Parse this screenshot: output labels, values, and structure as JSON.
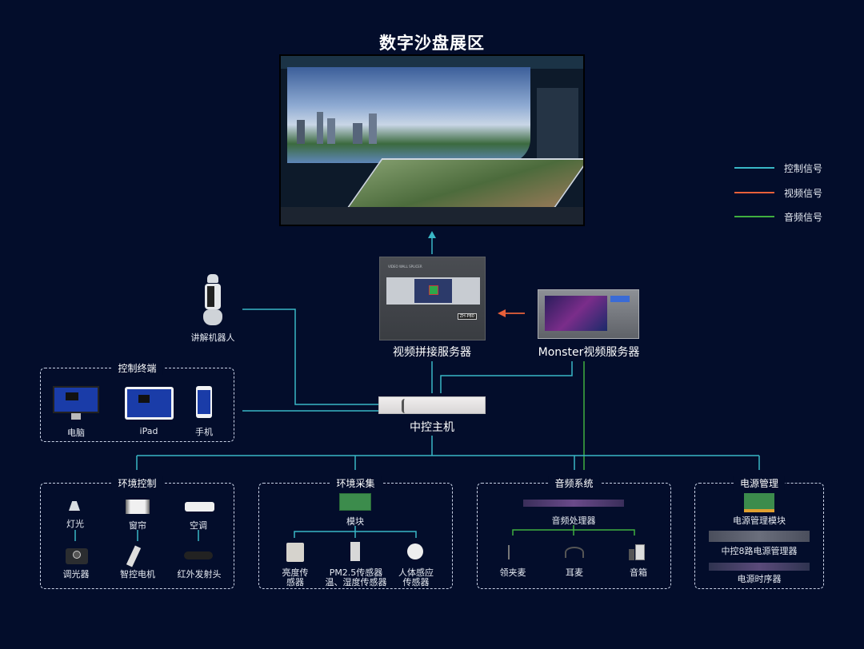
{
  "title": "数字沙盘展区",
  "legend": [
    {
      "label": "控制信号",
      "color": "#39b7c6"
    },
    {
      "label": "视频信号",
      "color": "#e8603a"
    },
    {
      "label": "音频信号",
      "color": "#3fae3f"
    }
  ],
  "devices": {
    "video_wall_server": "视频拼接服务器",
    "video_wall_badge": "ZH-P80",
    "video_wall_caption": "VIDEO WALL SPLICER",
    "monster_server": "Monster视频服务器",
    "robot": "讲解机器人",
    "central_host": "中控主机"
  },
  "control_terminal": {
    "title": "控制终端",
    "items": [
      "电脑",
      "iPad",
      "手机"
    ]
  },
  "env_control": {
    "title": "环境控制",
    "top": [
      "灯光",
      "窗帘",
      "空调"
    ],
    "bottom": [
      "调光器",
      "智控电机",
      "红外发射头"
    ]
  },
  "env_collect": {
    "title": "环境采集",
    "module": "模块",
    "sensors": [
      {
        "line1": "亮度传",
        "line2": "感器"
      },
      {
        "line1": "PM2.5传感器",
        "line2": "温、湿度传感器"
      },
      {
        "line1": "人体感应",
        "line2": "传感器"
      }
    ]
  },
  "audio": {
    "title": "音频系统",
    "processor": "音频处理器",
    "items": [
      "领夹麦",
      "耳麦",
      "音箱"
    ]
  },
  "power": {
    "title": "电源管理",
    "items": [
      "电源管理模块",
      "中控8路电源管理器",
      "电源时序器"
    ]
  }
}
